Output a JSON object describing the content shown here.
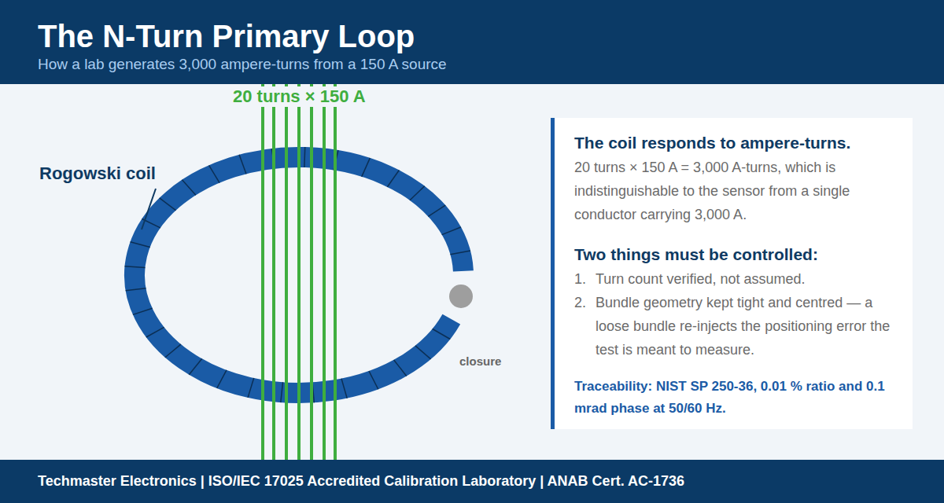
{
  "diagram": {
    "title": "The N-Turn Primary Loop",
    "caption": "How a lab generates 3,000 ampere-turns from a 150 A source",
    "nodes": [
      {
        "text": [
          "The coil responds to ampere-turns.",
          "20 turns × 150 A = 3,000 A-turns, which is indistinguishable to the sensor from a single conductor carrying 3,000 A.",
          "Two things must be controlled:",
          "1.",
          "Turn count verified, not assumed.",
          "2.",
          "Bundle geometry kept tight and centred — a loose bundle re-injects the positioning error the test is meant to measure.",
          "Traceability: NIST SP 250-36, 0.01 % ratio and 0.1 mrad phase at 50/60 Hz."
        ]
      },
      {
        "text": [
          "Techmaster Electronics  |  ISO/IEC 17025 Accredited Calibration Laboratory  |  ANAB Cert. AC-1736"
        ]
      }
    ],
    "labels": [
      "20 turns × 150 A",
      "Rogowski coil",
      "closure"
    ]
  }
}
